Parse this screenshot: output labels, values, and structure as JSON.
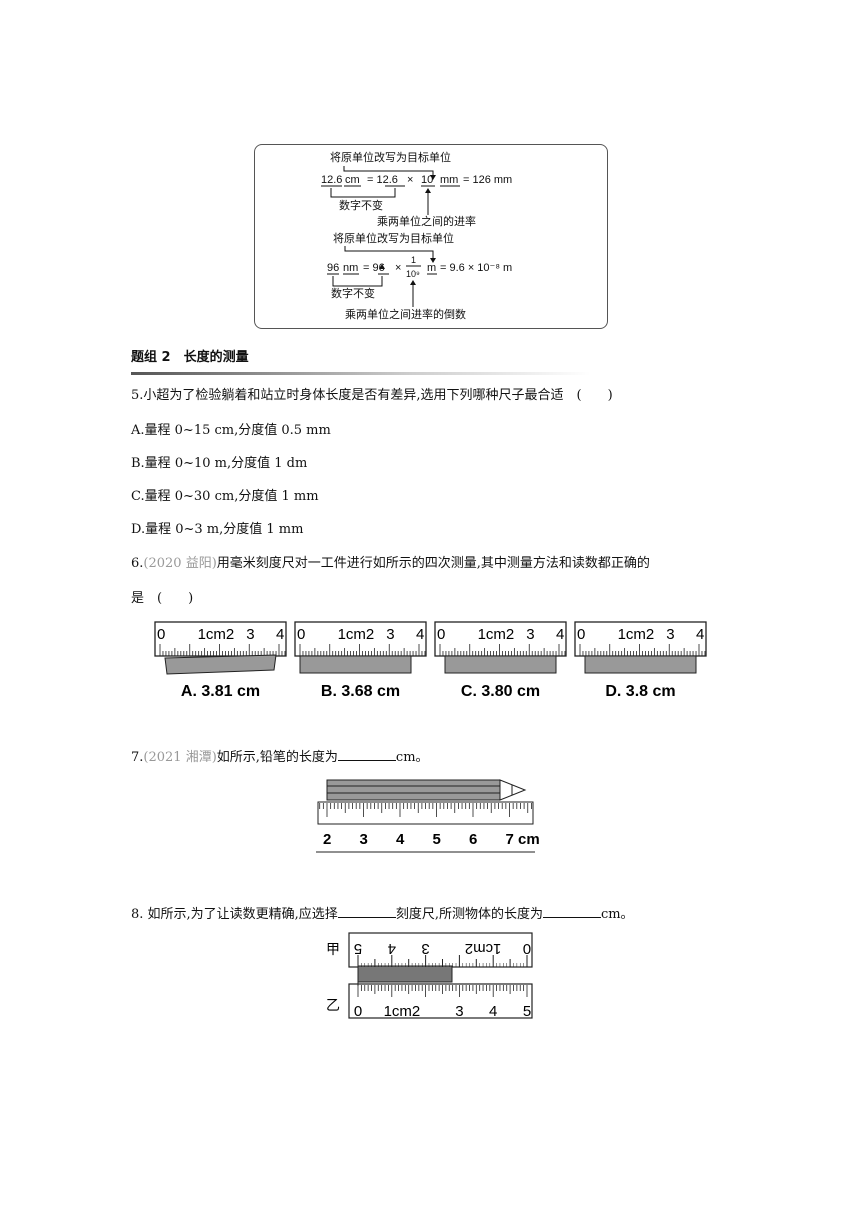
{
  "diagram": {
    "label_top1": "将原单位改写为目标单位",
    "eq1": [
      "12.6",
      "cm",
      "= 12.6",
      "×",
      "10",
      "mm",
      "= 126 mm"
    ],
    "keep1": "数字不变",
    "mult1": "乘两单位之间的进率",
    "label_top2": "将原单位改写为目标单位",
    "eq2": [
      "96",
      "nm",
      "= 96",
      "×",
      "1",
      "10⁹",
      "m",
      "= 9.6 × 10⁻⁸ m"
    ],
    "keep2": "数字不变",
    "mult2": "乘两单位之间进率的倒数"
  },
  "section": {
    "title": "题组 2　长度的测量"
  },
  "q5": {
    "stem": "5.小超为了检验躺着和站立时身体长度是否有差异,选用下列哪种尺子最合适　(　　)",
    "options": [
      "A.量程 0~15 cm,分度值 0.5 mm",
      "B.量程 0~10 m,分度值 1 dm",
      "C.量程 0~30 cm,分度值 1 mm",
      "D.量程 0~3 m,分度值 1 mm"
    ]
  },
  "q6": {
    "num": "6.",
    "source": "(2020 益阳)",
    "stem": "用毫米刻度尺对一工件进行如所示的四次测量,其中测量方法和读数都正确的",
    "stem2": "是　(　　)",
    "ruler_labels": [
      "0",
      "1cm2",
      "3",
      "4"
    ],
    "captions": [
      "A. 3.81 cm",
      "B. 3.68 cm",
      "C. 3.80 cm",
      "D. 3.8 cm"
    ]
  },
  "q7": {
    "num": "7.",
    "source": "(2021 湘潭)",
    "stem_a": "如所示,铅笔的长度为",
    "stem_b": "cm。",
    "ticks": [
      "2",
      "3",
      "4",
      "5",
      "6",
      "7 cm"
    ]
  },
  "q8": {
    "stem_a": "8.  如所示,为了让读数更精确,应选择",
    "stem_b": "刻度尺,所测物体的长度为",
    "stem_c": "cm。",
    "jia": "甲",
    "yi": "乙",
    "jia_labels": [
      "5",
      "4",
      "3",
      "1cm2",
      "0"
    ],
    "yi_labels": [
      "0",
      "1cm2",
      "3",
      "4",
      "5"
    ]
  }
}
